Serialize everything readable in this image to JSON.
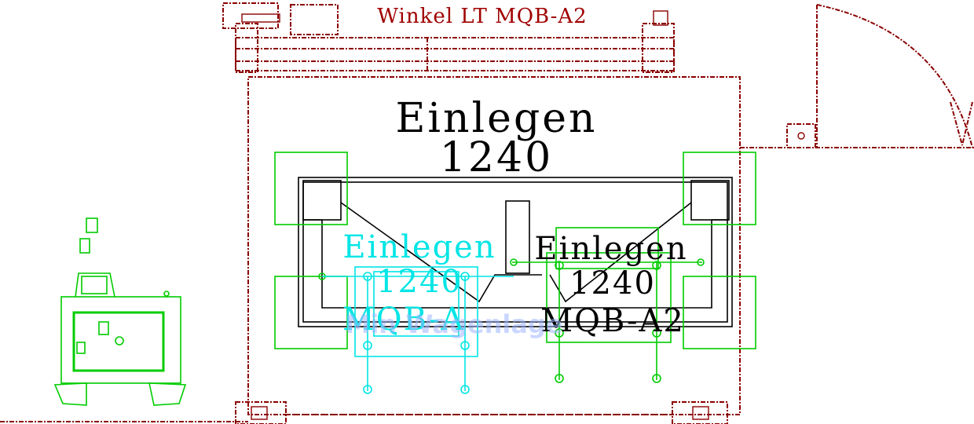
{
  "title": "Winkel LT MQB-A2",
  "main_label": {
    "line1": "Einlegen",
    "line2": "1240"
  },
  "cyan_label": {
    "line1": "Einlegen",
    "line2": "1240",
    "line3": "MQB-A"
  },
  "black_label": {
    "line1": "Einlegen",
    "line2": "1240",
    "line3": "MQB-A2"
  },
  "watermark": "Min Wagenlage",
  "colors": {
    "background": "#ffffff",
    "frame": "#8b0000",
    "title": "#a00000",
    "green": "#00cc00",
    "cyan": "#00e5e5",
    "black": "#000000"
  }
}
